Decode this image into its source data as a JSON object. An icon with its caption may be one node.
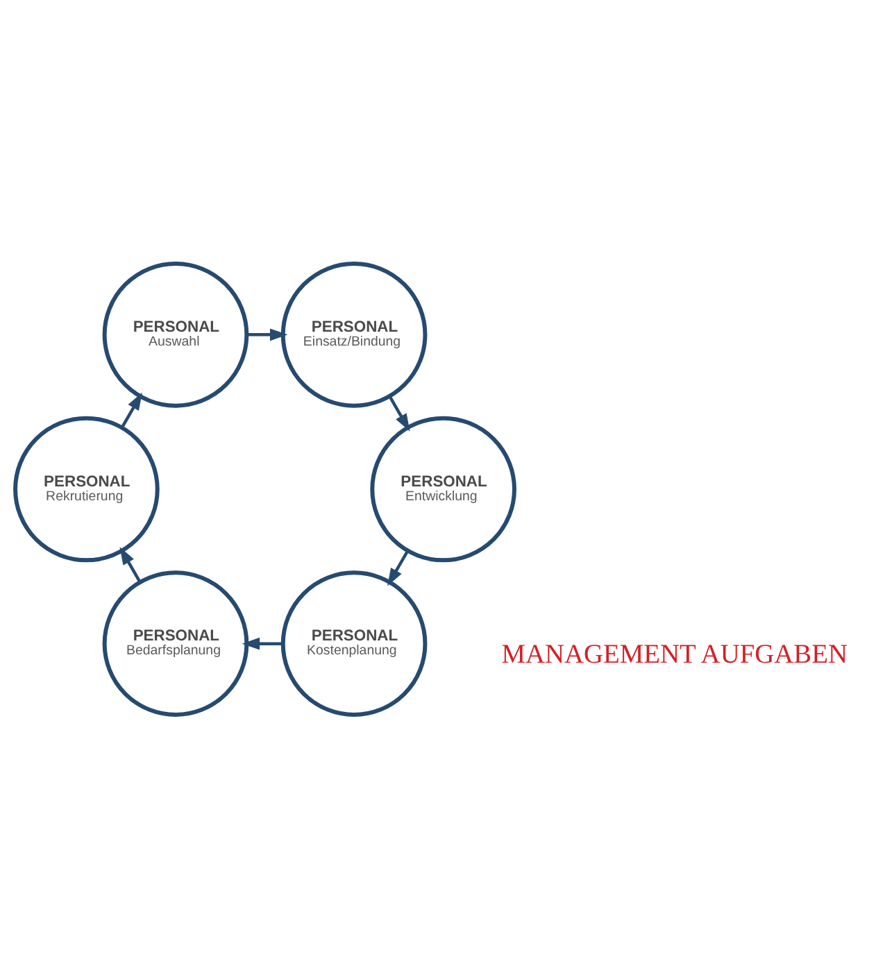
{
  "diagram": {
    "nodes": [
      {
        "text": [
          "PERSONAL",
          "Kostenplanung"
        ]
      },
      {
        "text": [
          "PERSONAL",
          "Bedarfsplanung"
        ]
      },
      {
        "text": [
          "PERSONAL",
          "Rekrutierung"
        ]
      },
      {
        "text": [
          "PERSONAL",
          "Auswahl"
        ]
      },
      {
        "text": [
          "PERSONAL",
          "Einsatz/Bindung"
        ]
      },
      {
        "text": [
          "PERSONAL",
          "Entwicklung"
        ]
      }
    ],
    "edges": [
      {
        "from": 0,
        "to": 1,
        "arrow": "to"
      },
      {
        "from": 1,
        "to": 2,
        "arrow": "to"
      },
      {
        "from": 2,
        "to": 3,
        "arrow": "to"
      },
      {
        "from": 3,
        "to": 4,
        "arrow": "to"
      },
      {
        "from": 4,
        "to": 5,
        "arrow": "to"
      },
      {
        "from": 5,
        "to": 0,
        "arrow": "to"
      }
    ],
    "labels": [
      "MANAGEMENT AUFGABEN"
    ]
  }
}
